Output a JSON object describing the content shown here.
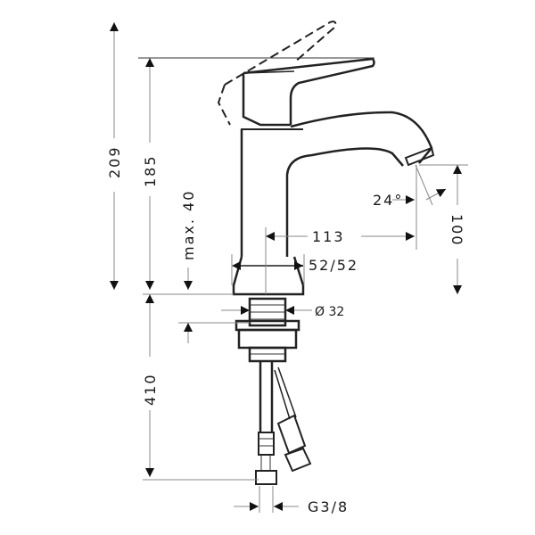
{
  "drawing": {
    "subject": "Single-lever basin mixer faucet – technical dimension drawing",
    "dimensions": {
      "total_height": "209",
      "spout_top_height": "185",
      "max_deck_thickness": "max. 40",
      "spout_outlet_height": "100",
      "spout_reach": "113",
      "spray_angle": "24°",
      "base_diameter": "52/52",
      "thread_diameter": "Ø 32",
      "hose_length": "410",
      "connection_thread": "G3/8"
    }
  }
}
